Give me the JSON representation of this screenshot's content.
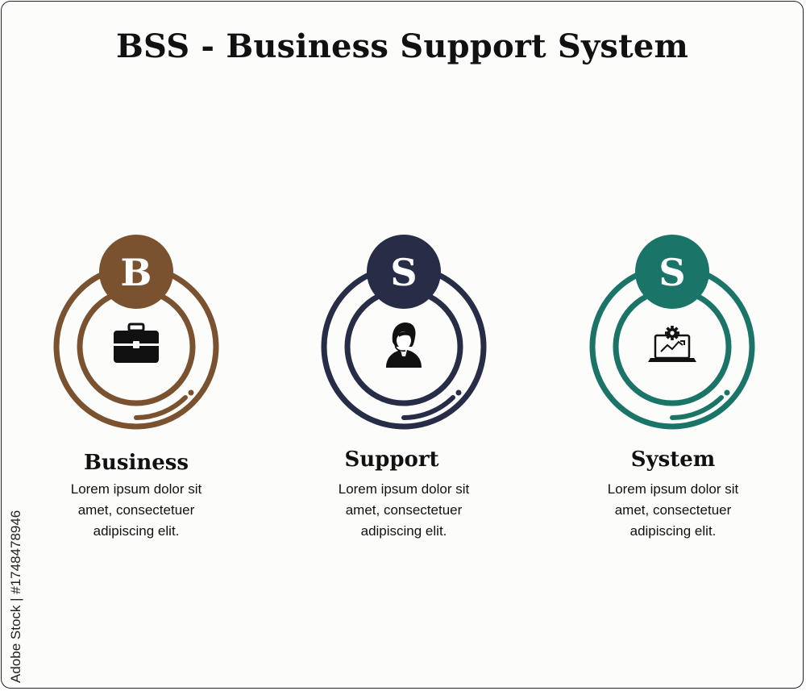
{
  "title": "BSS - Business Support System",
  "items": [
    {
      "letter": "B",
      "heading": "Business",
      "description_lines": [
        "Lorem ipsum dolor sit",
        "amet, consectetuer",
        "adipiscing elit."
      ],
      "color": "#7a5230",
      "icon": "briefcase-icon"
    },
    {
      "letter": "S",
      "heading": "Support",
      "description_lines": [
        "Lorem ipsum dolor sit",
        "amet, consectetuer",
        "adipiscing elit."
      ],
      "color": "#272c47",
      "icon": "support-agent-icon"
    },
    {
      "letter": "S",
      "heading": "System",
      "description_lines": [
        "Lorem ipsum dolor sit",
        "amet, consectetuer",
        "adipiscing elit."
      ],
      "color": "#1b7468",
      "icon": "laptop-gear-icon"
    }
  ],
  "watermark": "Adobe Stock | #1748478946"
}
